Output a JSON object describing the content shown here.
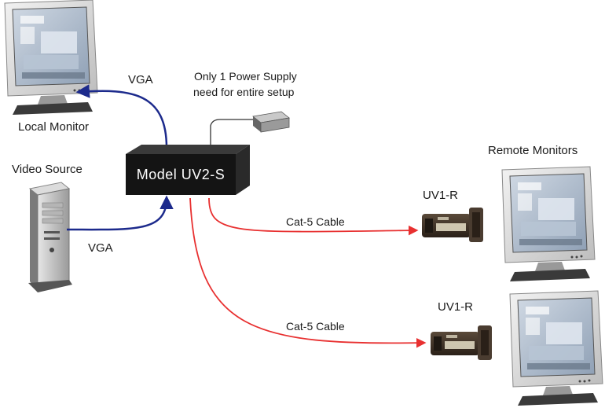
{
  "labels": {
    "local_monitor": "Local Monitor",
    "video_source": "Video Source",
    "vga_top": "VGA",
    "vga_bottom": "VGA",
    "power_note_line1": "Only 1 Power Supply",
    "power_note_line2": "need for entire setup",
    "model_box": "Model UV2-S",
    "remote_monitors": "Remote Monitors",
    "receiver_1": "UV1-R",
    "receiver_2": "UV1-R",
    "cable_1": "Cat-5 Cable",
    "cable_2": "Cat-5 Cable"
  },
  "colors": {
    "vga_line": "#1c2a8c",
    "cat5_line": "#e83030",
    "model_box": "#141414",
    "power_cord": "#333333"
  },
  "icons": {
    "monitor": "crt-lcd-monitor-icon",
    "pc_tower": "pc-tower-icon",
    "receiver": "uv1-r-receiver-icon",
    "power_supply": "power-brick-icon"
  }
}
